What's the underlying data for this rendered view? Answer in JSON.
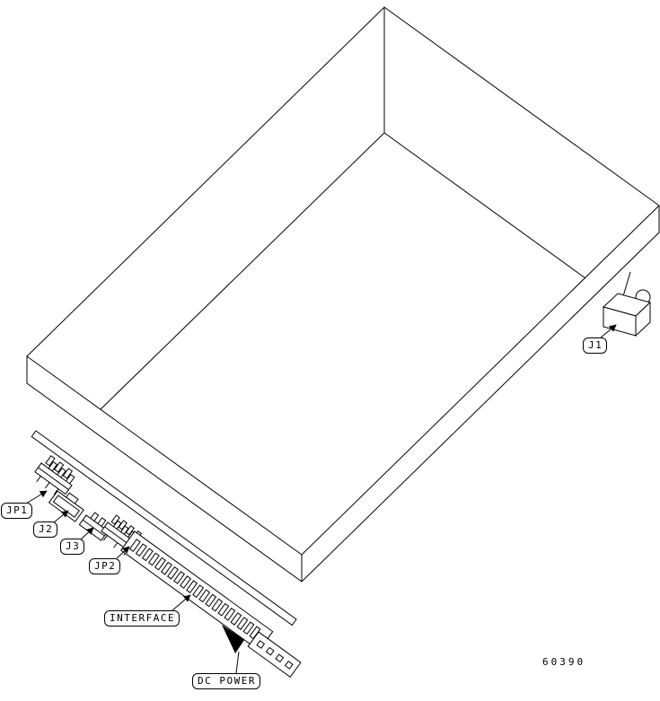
{
  "figure": {
    "drawing_number": "60390"
  },
  "colors": {
    "line": "#000000",
    "background": "#ffffff"
  },
  "callouts": {
    "jp1": "JP1",
    "j2": "J2",
    "j3": "J3",
    "jp2": "JP2",
    "interface": "INTERFACE",
    "dc_power": "DC POWER",
    "j1": "J1"
  }
}
